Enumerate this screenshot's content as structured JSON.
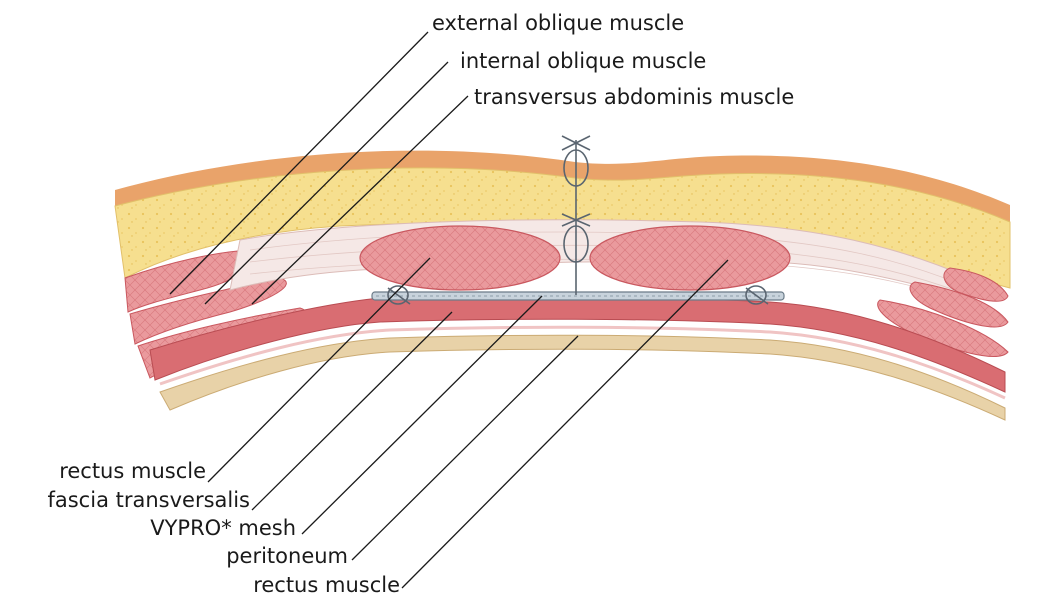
{
  "diagram": {
    "labels": {
      "external_oblique": "external oblique muscle",
      "internal_oblique": "internal oblique muscle",
      "transversus": "transversus abdominis muscle",
      "rectus_left": "rectus muscle",
      "fascia": "fascia transversalis",
      "mesh": "VYPRO* mesh",
      "peritoneum": "peritoneum",
      "rectus_right": "rectus muscle"
    },
    "colors": {
      "skin": "#e9a36a",
      "fat": "#f4dc8c",
      "muscle": "#e68a8e",
      "muscle_dark": "#c9585f",
      "fascia": "#f3e4e0",
      "peritoneum": "#e3c9a0",
      "mesh": "#a8b8c4",
      "suture": "#5a6570"
    }
  }
}
